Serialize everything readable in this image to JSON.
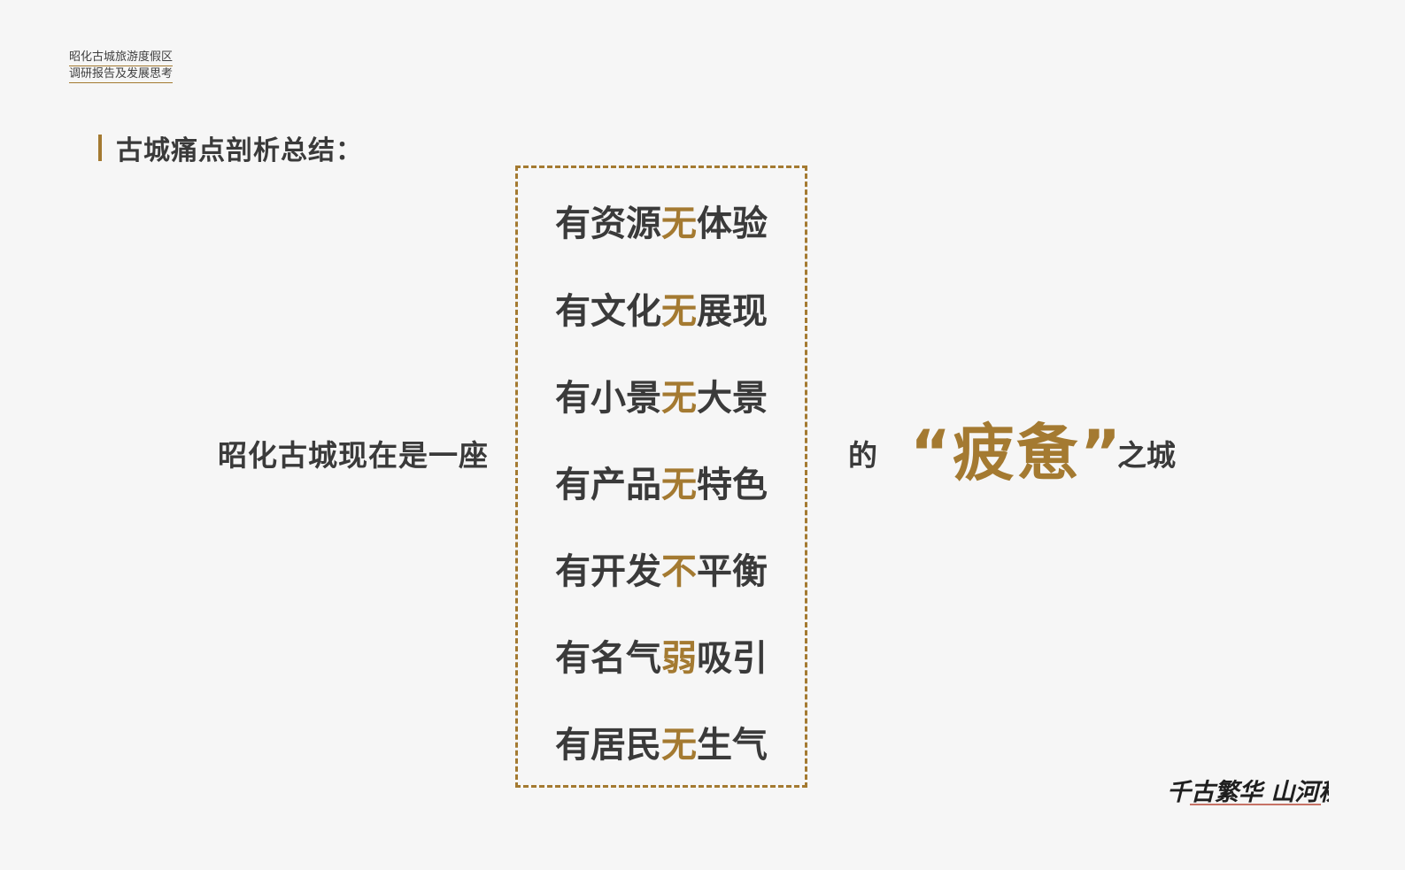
{
  "header": {
    "line1": "昭化古城旅游度假区",
    "line2": "调研报告及发展思考"
  },
  "section": {
    "title": "古城痛点剖析总结："
  },
  "statement": {
    "prefix": "昭化古城现在是一座",
    "connector": "的",
    "keyword": "“疲惫”",
    "suffix": "之城"
  },
  "pain_points": [
    {
      "pre": "有资源",
      "mid": "无",
      "post": "体验"
    },
    {
      "pre": "有文化",
      "mid": "无",
      "post": "展现"
    },
    {
      "pre": "有小景",
      "mid": "无",
      "post": "大景"
    },
    {
      "pre": "有产品",
      "mid": "无",
      "post": "特色"
    },
    {
      "pre": "有开发",
      "mid": "不",
      "post": "平衡"
    },
    {
      "pre": "有名气",
      "mid": "弱",
      "post": "吸引"
    },
    {
      "pre": "有居民",
      "mid": "无",
      "post": "生气"
    }
  ],
  "logo": {
    "text": "千古繁华 山河秘境",
    "icon": "calligraphy-logo"
  },
  "colors": {
    "accent": "#a47a31",
    "text": "#3a3a3a",
    "background": "#f6f6f6"
  }
}
